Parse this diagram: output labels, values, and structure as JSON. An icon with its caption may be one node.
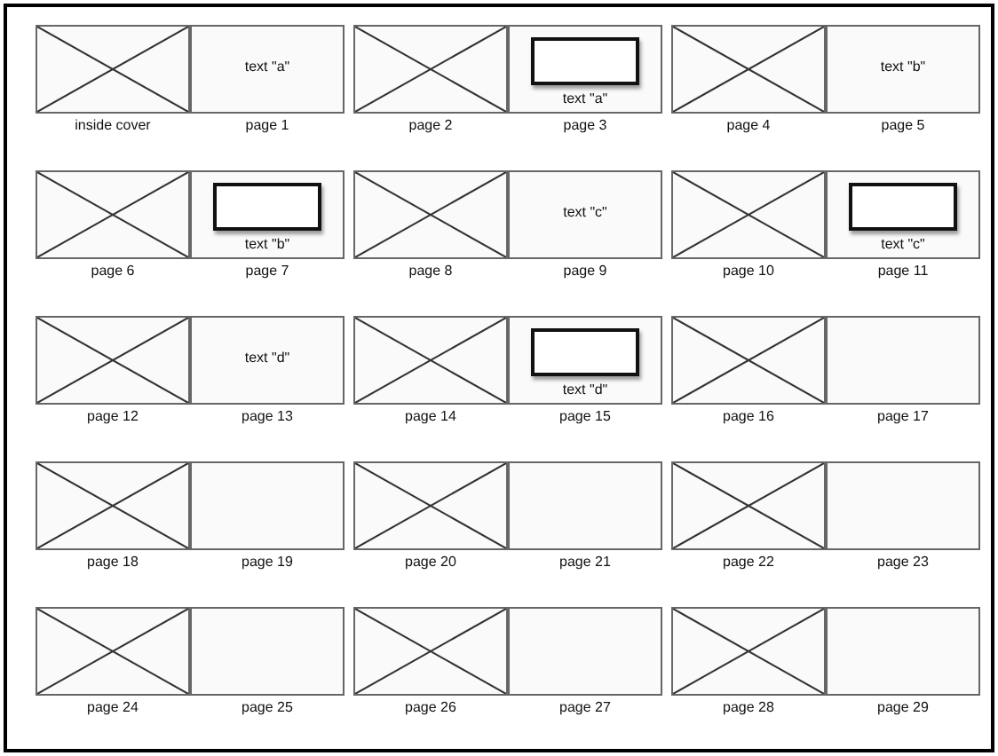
{
  "diagram": {
    "nodes": [
      {
        "text": [],
        "shape": "box",
        "beside": [
          "inside cover"
        ]
      },
      {
        "text": [
          "text \"a\""
        ],
        "beside": [
          "page 1"
        ]
      },
      {
        "text": [],
        "shape": "box",
        "beside": [
          "page 2"
        ]
      },
      {
        "text": [
          "text \"a\""
        ],
        "beside": [
          "page 3"
        ]
      },
      {
        "text": [],
        "shape": "box",
        "in": 3
      },
      {
        "text": [],
        "shape": "box",
        "beside": [
          "page 4"
        ]
      },
      {
        "text": [
          "text \"b\""
        ],
        "beside": [
          "page 5"
        ]
      },
      {
        "text": [],
        "shape": "box",
        "beside": [
          "page 6"
        ]
      },
      {
        "text": [
          "text \"b\""
        ],
        "beside": [
          "page 7"
        ]
      },
      {
        "text": [],
        "shape": "box",
        "in": 8
      },
      {
        "text": [],
        "shape": "box",
        "beside": [
          "page 8"
        ]
      },
      {
        "text": [
          "text \"c\""
        ],
        "beside": [
          "page 9"
        ]
      },
      {
        "text": [],
        "shape": "box",
        "beside": [
          "page 10"
        ]
      },
      {
        "text": [
          "text \"c\""
        ],
        "beside": [
          "page 11"
        ]
      },
      {
        "text": [],
        "shape": "box",
        "in": 13
      },
      {
        "text": [],
        "shape": "box",
        "beside": [
          "page 12"
        ]
      },
      {
        "text": [
          "text \"d\""
        ],
        "beside": [
          "page 13"
        ]
      },
      {
        "text": [],
        "shape": "box",
        "beside": [
          "page 14"
        ]
      },
      {
        "text": [
          "text \"d\""
        ],
        "beside": [
          "page 15"
        ]
      },
      {
        "text": [],
        "shape": "box",
        "in": 18
      },
      {
        "text": [],
        "shape": "box",
        "beside": [
          "page 16"
        ]
      },
      {
        "text": [],
        "shape": "box",
        "beside": [
          "page 17"
        ]
      },
      {
        "text": [],
        "shape": "box",
        "beside": [
          "page 18"
        ]
      },
      {
        "text": [],
        "shape": "box",
        "beside": [
          "page 19"
        ]
      },
      {
        "text": [],
        "shape": "box",
        "beside": [
          "page 20"
        ]
      },
      {
        "text": [],
        "shape": "box",
        "beside": [
          "page 21"
        ]
      },
      {
        "text": [],
        "shape": "box",
        "beside": [
          "page 22"
        ]
      },
      {
        "text": [],
        "shape": "box",
        "beside": [
          "page 23"
        ]
      },
      {
        "text": [],
        "shape": "box",
        "beside": [
          "page 24"
        ]
      },
      {
        "text": [],
        "shape": "box",
        "beside": [
          "page 25"
        ]
      },
      {
        "text": [],
        "shape": "box",
        "beside": [
          "page 26"
        ]
      },
      {
        "text": [],
        "shape": "box",
        "beside": [
          "page 27"
        ]
      },
      {
        "text": [],
        "shape": "box",
        "beside": [
          "page 28"
        ]
      },
      {
        "text": [],
        "shape": "box",
        "beside": [
          "page 29"
        ]
      }
    ]
  }
}
